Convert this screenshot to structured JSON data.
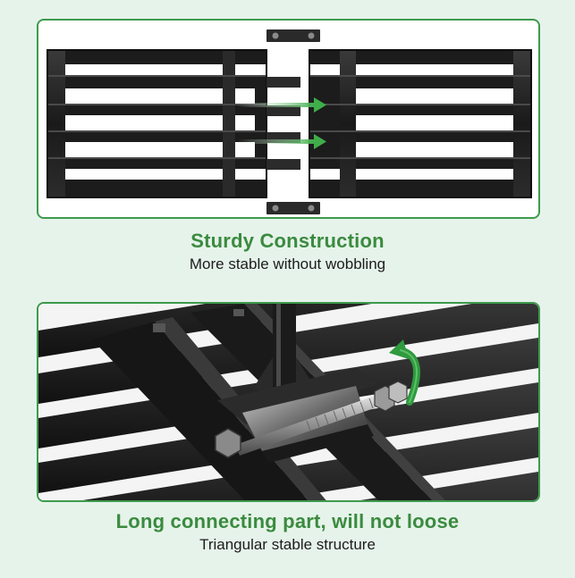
{
  "features": [
    {
      "title": "Sturdy Construction",
      "subtitle": "More stable without wobbling",
      "image": "assembled-rack-halves-sliding-together"
    },
    {
      "title": "Long connecting part, will not loose",
      "subtitle": "Triangular stable structure",
      "image": "rack-bolt-connection-closeup"
    }
  ],
  "colors": {
    "background": "#e6f3ea",
    "accent_green": "#3a8b3f",
    "panel_border": "#3e9a4e",
    "rack_metal": "#1e1e1e"
  },
  "icons": [
    "arrow-right-icon",
    "rotate-arrow-icon"
  ]
}
